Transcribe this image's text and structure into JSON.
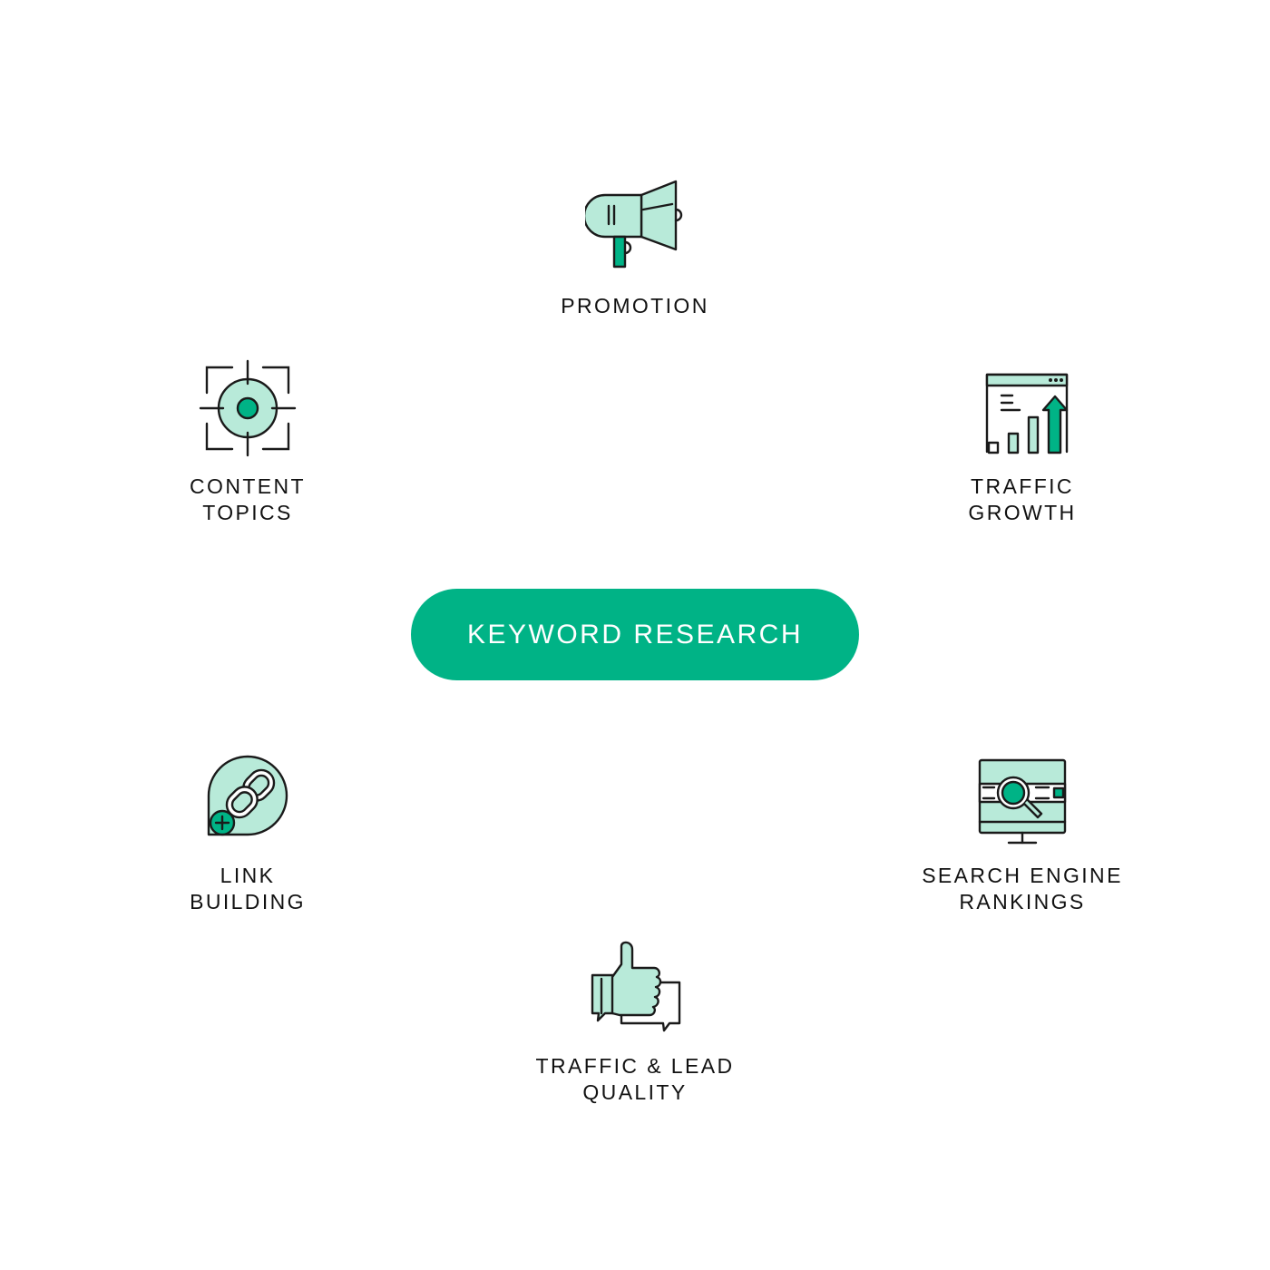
{
  "colors": {
    "accent": "#00b386",
    "icon_fill": "#b8ead9",
    "icon_stroke": "#1a1a1a",
    "text": "#111111",
    "background": "#ffffff"
  },
  "center": {
    "label": "KEYWORD RESEARCH"
  },
  "nodes": {
    "promotion": {
      "line1": "PROMOTION",
      "line2": "",
      "icon": "megaphone-icon"
    },
    "content_topics": {
      "line1": "CONTENT",
      "line2": "TOPICS",
      "icon": "target-icon"
    },
    "traffic_growth": {
      "line1": "TRAFFIC",
      "line2": "GROWTH",
      "icon": "bar-growth-icon"
    },
    "link_building": {
      "line1": "LINK",
      "line2": "BUILDING",
      "icon": "link-add-icon"
    },
    "search_rankings": {
      "line1": "SEARCH ENGINE",
      "line2": "RANKINGS",
      "icon": "monitor-search-icon"
    },
    "traffic_quality": {
      "line1": "TRAFFIC & LEAD",
      "line2": "QUALITY",
      "icon": "thumbs-up-chat-icon"
    }
  }
}
